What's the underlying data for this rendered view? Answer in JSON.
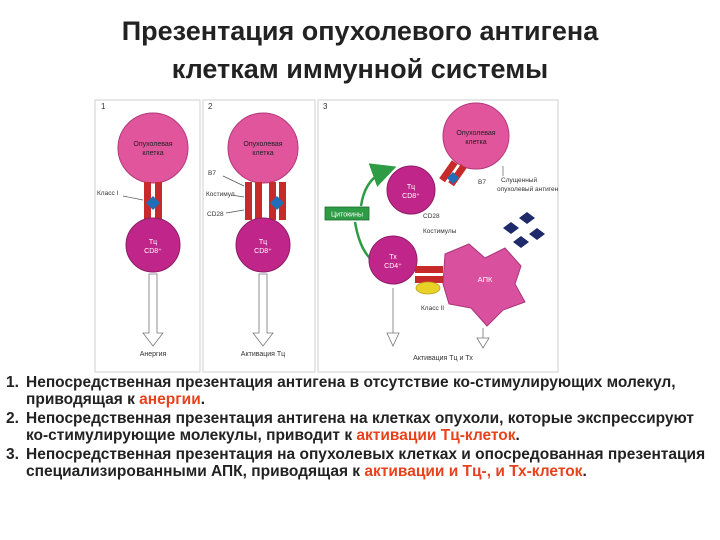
{
  "title": {
    "line1": "Презентация опухолевого антигена",
    "line2": "клеткам иммунной системы"
  },
  "figure": {
    "panels": [
      "1",
      "2",
      "3"
    ],
    "tumor_cell": [
      "Опухолевая",
      "клетка"
    ],
    "tc_cell": [
      "Тц",
      "CD8⁺"
    ],
    "th_cell": [
      "Тх",
      "CD4⁺"
    ],
    "apc_cell": "АПК",
    "labels": {
      "class1": "Класс I",
      "b7": "B7",
      "costimul": "Костимул",
      "cd28": "CD28",
      "cytokines": "Цитокины",
      "costimuli": "Костимулы",
      "shed_antigen": [
        "Слущенный",
        "опухолевый антиген"
      ],
      "class2": "Класс II"
    },
    "outcomes": [
      "Анергия",
      "Активация Тц",
      "Активация Тц и Тх"
    ],
    "colors": {
      "tumor": "#e0559c",
      "tcell": "#c0268a",
      "receptor": "#c62a2a",
      "marker": "#1f6fb8",
      "cytokine_box": "#2e9b45",
      "antigen_dark": "#1e2a6a",
      "apc": "#d8509e",
      "mhc2": "#e8d227"
    }
  },
  "items": [
    {
      "num": "1.",
      "parts": [
        {
          "text": "Непосредственная презентация антигена в отсутствие ко-стимулирующих молекул, приводящая к ",
          "hl": false
        },
        {
          "text": "анергии",
          "hl": true
        },
        {
          "text": ".",
          "hl": false
        }
      ]
    },
    {
      "num": "2.",
      "parts": [
        {
          "text": "Непосредственная презентация антигена на клетках опухоли, которые экспрессируют ко-стимулирующие молекулы, приводит к ",
          "hl": false
        },
        {
          "text": "активации Тц-клеток",
          "hl": true
        },
        {
          "text": ".",
          "hl": false
        }
      ]
    },
    {
      "num": "3.",
      "parts": [
        {
          "text": "Непосредственная презентация на опухолевых клетках и опосредованная презентация специализированными АПК, приводящая к ",
          "hl": false
        },
        {
          "text": "активации и Тц-, и Тх-клеток",
          "hl": true
        },
        {
          "text": ".",
          "hl": false
        }
      ]
    }
  ]
}
